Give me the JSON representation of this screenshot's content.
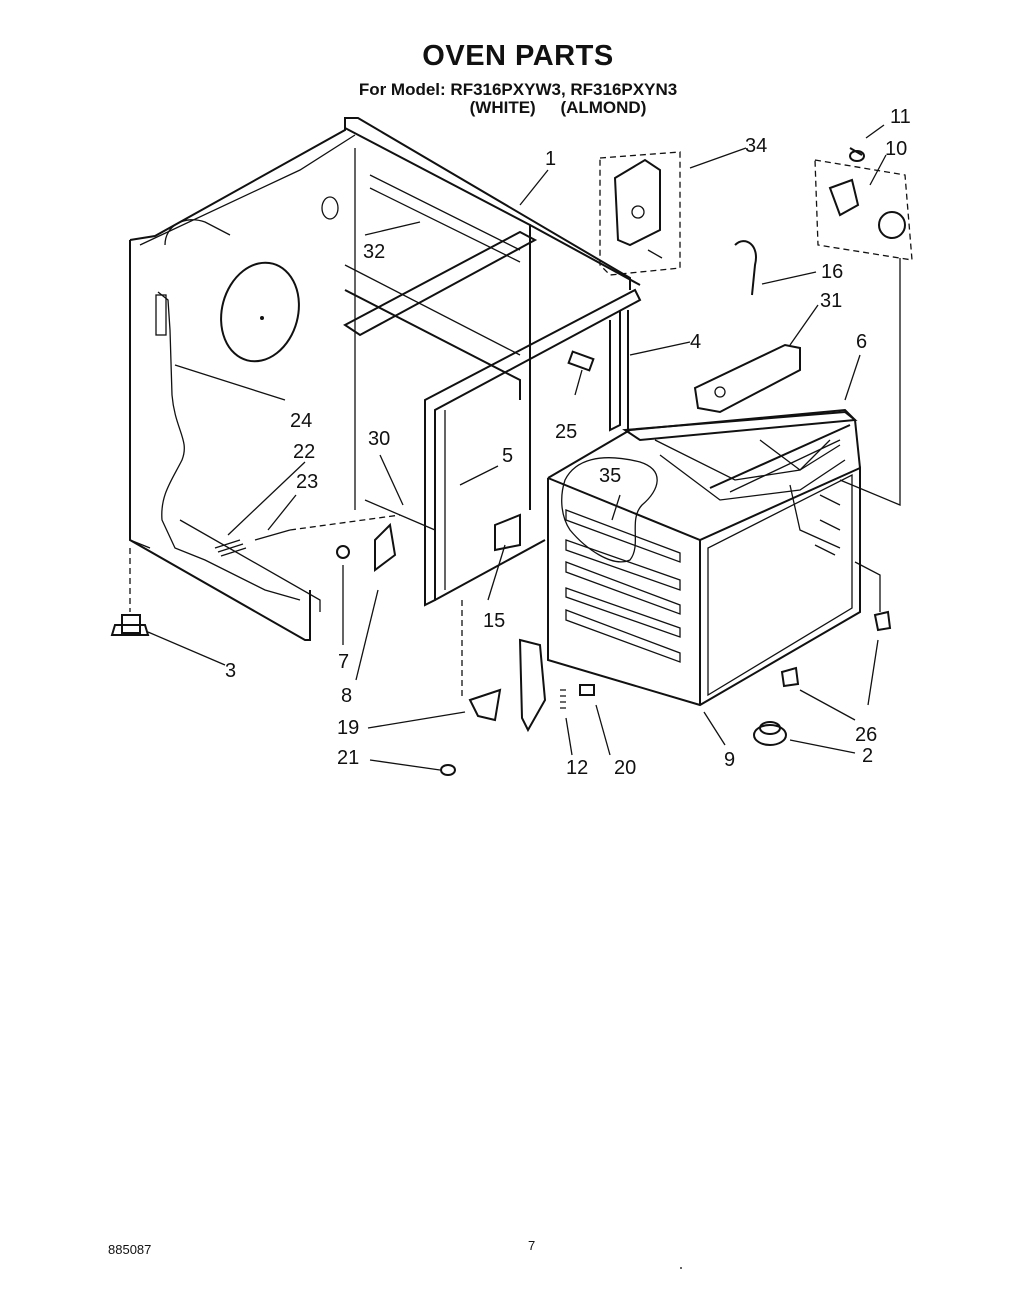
{
  "header": {
    "title": "OVEN PARTS",
    "models": "For Model: RF316PXYW3, RF316PXYN3",
    "color_white": "(WHITE)",
    "color_almond": "(ALMOND)"
  },
  "callouts": [
    "1",
    "2",
    "3",
    "4",
    "5",
    "6",
    "7",
    "8",
    "9",
    "10",
    "11",
    "12",
    "15",
    "16",
    "19",
    "20",
    "21",
    "22",
    "23",
    "24",
    "25",
    "26",
    "30",
    "31",
    "32",
    "34",
    "35"
  ],
  "footer": {
    "doc_number": "885087",
    "page_number": "7"
  }
}
